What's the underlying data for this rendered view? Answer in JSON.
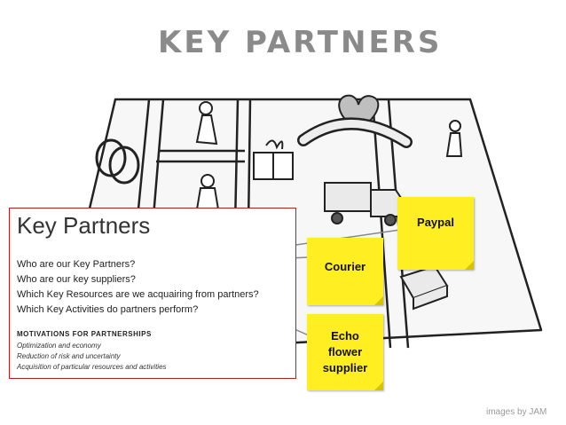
{
  "title": "KEY PARTNERS",
  "panel": {
    "heading": "Key Partners",
    "questions": [
      "Who are our Key Partners?",
      "Who are our key suppliers?",
      "Which Key Resources are we acquairing from partners?",
      "Which Key Activities do partners perform?"
    ],
    "motivations_heading": "MOTIVATIONS FOR PARTNERSHIPS",
    "motivations": [
      "Optimization and economy",
      "Reduction of risk and uncertainty",
      "Acquisition of particular resources and activities"
    ]
  },
  "notes": {
    "paypal": "Paypal",
    "courier": "Courier",
    "echo": "Echo flower supplier"
  },
  "credit": "images by JAM",
  "colors": {
    "sticky": "#ffee22",
    "panel_border": "#b0201c",
    "lines": "#888888"
  }
}
